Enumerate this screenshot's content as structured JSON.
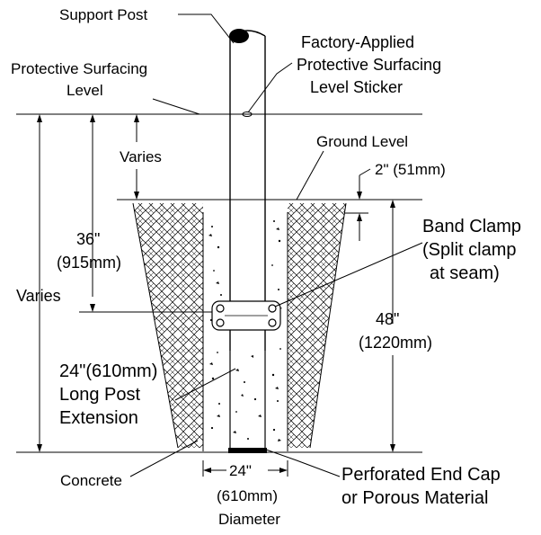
{
  "labels": {
    "support_post": "Support Post",
    "factory_sticker_1": "Factory-Applied",
    "factory_sticker_2": "Protective Surfacing",
    "factory_sticker_3": "Level Sticker",
    "protective_level_1": "Protective Surfacing",
    "protective_level_2": "Level",
    "varies_top": "Varies",
    "ground_level": "Ground Level",
    "two_inch": "2\" (51mm)",
    "band_clamp_1": "Band Clamp",
    "band_clamp_2": "(Split clamp",
    "band_clamp_3": "at seam)",
    "dim_36_1": "36\"",
    "dim_36_2": "(915mm)",
    "varies_left": "Varies",
    "dim_48_1": "48\"",
    "dim_48_2": "(1220mm)",
    "extension_1": "24\"(610mm)",
    "extension_2": "Long Post",
    "extension_3": "Extension",
    "concrete": "Concrete",
    "dia_1": "24\"",
    "dia_2": "(610mm)",
    "dia_3": "Diameter",
    "end_cap_1": "Perforated End Cap",
    "end_cap_2": "or Porous Material"
  },
  "colors": {
    "line": "#000000",
    "background": "#ffffff"
  }
}
